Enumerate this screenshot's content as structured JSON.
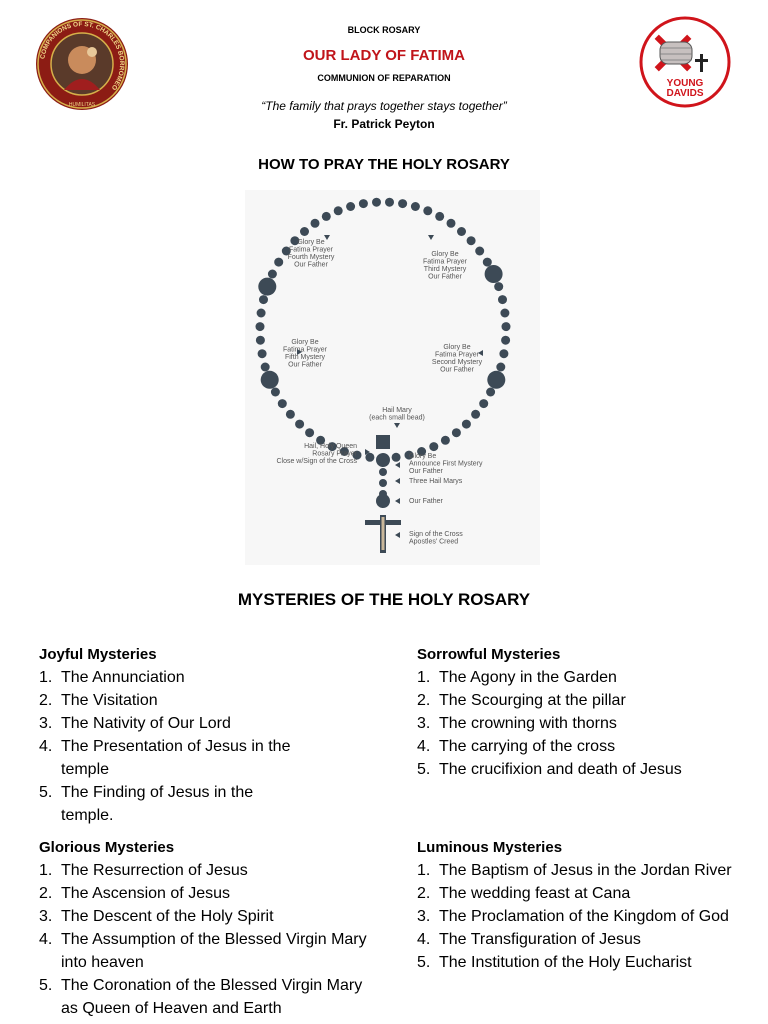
{
  "header": {
    "block": "BLOCK ROSARY",
    "title": "OUR LADY OF FATIMA",
    "subtitle": "COMMUNION OF REPARATION",
    "quote": "“The family that prays together stays together”",
    "author": "Fr. Patrick Peyton"
  },
  "logos": {
    "left": {
      "text": "COMPANIONS OF ST. CHARLES BORROMEO",
      "motto": "HUMILITAS",
      "icon": "st-charles-seal-icon"
    },
    "right": {
      "line1": "YOUNG",
      "line2": "DAVIDS",
      "icon": "fist-cross-icon"
    }
  },
  "howto_title": "HOW TO PRAY THE HOLY ROSARY",
  "rosary": {
    "labels": {
      "fourth": [
        "Glory Be",
        "Fatima Prayer",
        "Fourth Mystery",
        "Our Father"
      ],
      "third": [
        "Glory Be",
        "Fatima Prayer",
        "Third Mystery",
        "Our Father"
      ],
      "fifth": [
        "Glory Be",
        "Fatima Prayer",
        "Fifth Mystery",
        "Our Father"
      ],
      "second": [
        "Glory Be",
        "Fatima Prayer",
        "Second Mystery",
        "Our Father"
      ],
      "hail_mary": [
        "Hail Mary",
        "(each small bead)"
      ],
      "hail_holy_queen": [
        "Hail, Holy Queen",
        "Rosary Prayer",
        "Close w/Sign of the Cross"
      ],
      "first": [
        "Glory Be",
        "Announce First Mystery",
        "Our Father"
      ],
      "three_hail_marys": "Three Hail Marys",
      "our_father": "Our Father",
      "sign_of_cross": [
        "Sign of the Cross",
        "Apostles' Creed"
      ]
    },
    "colors": {
      "bead": "#3d4a56",
      "text": "#555555"
    }
  },
  "mysteries_title": "MYSTERIES OF THE HOLY ROSARY",
  "mysteries": {
    "joyful": {
      "title": "Joyful Mysteries",
      "items": [
        {
          "n": "1.",
          "text": "The Annunciation"
        },
        {
          "n": "2.",
          "text": "The Visitation"
        },
        {
          "n": "3.",
          "text": "The Nativity of Our Lord"
        },
        {
          "n": "4.",
          "text": "The Presentation of Jesus in the temple"
        },
        {
          "n": "5.",
          "text": "The Finding of Jesus in the temple."
        }
      ]
    },
    "sorrowful": {
      "title": "Sorrowful Mysteries",
      "items": [
        {
          "n": "1.",
          "text": "The Agony in the Garden"
        },
        {
          "n": "2.",
          "text": "The Scourging at the pillar"
        },
        {
          "n": "3.",
          "text": "The crowning with thorns"
        },
        {
          "n": "4.",
          "text": "The carrying of the cross"
        },
        {
          "n": "5.",
          "text": "The crucifixion and death of Jesus"
        }
      ]
    },
    "glorious": {
      "title": "Glorious Mysteries",
      "items": [
        {
          "n": "1.",
          "text": "The Resurrection of Jesus"
        },
        {
          "n": "2.",
          "text": "The Ascension of Jesus"
        },
        {
          "n": "3.",
          "text": "The Descent of the Holy Spirit"
        },
        {
          "n": "4.",
          "text": "The Assumption of the Blessed Virgin Mary into heaven"
        },
        {
          "n": "5.",
          "text": "The Coronation of the Blessed Virgin Mary as Queen of Heaven and Earth"
        }
      ]
    },
    "luminous": {
      "title": "Luminous Mysteries",
      "items": [
        {
          "n": "1.",
          "text": "The Baptism of Jesus in the Jordan River"
        },
        {
          "n": "2.",
          "text": "The wedding feast at Cana"
        },
        {
          "n": "3.",
          "text": "The Proclamation of the Kingdom of God"
        },
        {
          "n": "4.",
          "text": "The Transfiguration of Jesus"
        },
        {
          "n": "5.",
          "text": "The Institution of the Holy Eucharist"
        }
      ]
    }
  }
}
